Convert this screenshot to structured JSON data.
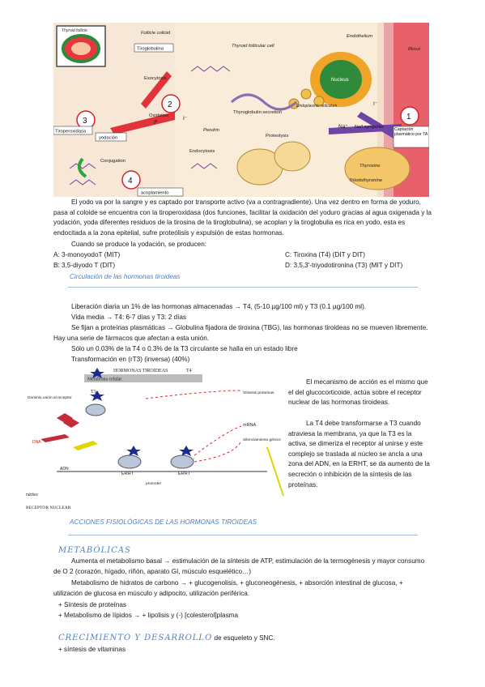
{
  "figure1": {
    "labels": {
      "tiroglobulina": "Tiroglobulina",
      "follicle_colloid": "Follicle colloid",
      "thyroid_follicle": "Thyroid follicle",
      "thyroid_follicular_cell": "Thyroid follicular cell",
      "endothelium": "Endothelium",
      "blood": "Blood",
      "nucleus": "Nucleus",
      "exocytosis": "Exocytosis",
      "er": "Endoplasmic reticulum",
      "tg_secretion": "Thyroglobulin secretion",
      "oxidation": "Oxidation",
      "pendrin": "Pendrin",
      "tiroperoxidasa": "Tiroperoxidasa",
      "yodacion": "yodación",
      "iodide": "I⁻",
      "i2": "I⁰",
      "na": "Na⁺",
      "symporter": "Na/I symporter",
      "captacion": "Captación plasmático por TA",
      "proteolysis": "Proteolysis",
      "endocytosis": "Endocytosis",
      "conjugation": "Conjugation",
      "thyroxine": "Thyroxine",
      "triiodothyronine": "Triiodothyronine",
      "acoplamiento": "acoplamiento",
      "n1": "1",
      "n2": "2",
      "n3": "3",
      "n4": "4"
    }
  },
  "text": {
    "intro": "El yodo va por la sangre y es captado por transporte activo (va a contragradiente). Una vez dentro en forma de yoduro, pasa al coloide se encuentra con la tiroperoxidasa (dos funciones, facilitar la oxidación del yoduro gracias al agua oxigenada y la yodación, yoda diferentes residuos de la tirosina de la tiroglobulina), se acoplan y la tiroglobulia es rica en yodo, esta es endocitada a la zona epitelial, sufre proteólisis y expulsión de estas hormonas.",
    "cuando": "Cuando se produce la yodación, se producen:",
    "a": "A: 3-monoyodoT (MIT)",
    "b": "B: 3,5-diyodo T (DIT)",
    "c": "C: Tiroxina (T4) (DIT y DIT)",
    "d": "D: 3,5,3'-triyodotironina (T3) (MIT y DIT)",
    "circ_heading": "Circulación de las hormonas tiroideas",
    "liberacion": "Liberación diaria un 1% de las hormonas almacenadas → T4, (5-10 µg/100 ml) y T3 (0.1 µg/100 ml).",
    "vida": "Vida media → T4: 6-7 días y T3: 2 días",
    "fijan": "Se fijan a proteínas plasmáticas → Globulina fijadora de tiroxina (TBG), las hormonas tiroideas no se mueven libremente. Hay una serie de fármacos que afectan a esta unión.",
    "solo": "Sólo un 0.03% de la T4 o 0.3% de la T3 circulante se halla en un estado libre",
    "transf": "Transformación en (rT3) (inversa) (40%)",
    "mecanismo1": "El mecanismo de acción es el mismo que el del glucocorticoide, actúa sobre el receptor nuclear de las hormonas tiroideas.",
    "mecanismo2": "La T4 debe transformarse a T3 cuando atraviesa la membrana, ya que la T3 es la activa, se dimeriza el receptor al unirse y este complejo se traslada al núcleo se ancla a una zona del ADN, en la ERHT, se da aumento de la secreción o inhibición de la síntesis de las proteínas.",
    "acciones_heading": "ACCIONES FISIOLÓGICAS DE LAS HORMONAS TIROIDEAS",
    "metabolicas_heading": "METABÓLICAS",
    "aumenta": "Aumenta el metabolismo basal → estimulación de la síntesis de ATP, estimulación de la termogénesis y mayor consumo de O 2 (corazón, hígado, riñón, aparato GI, músculo esquelético…)",
    "hidratos": "Metabolismo de hidratos de carbono → + glucogenolisis, + gluconeogénesis, + absorción intestinal de glucosa, + utilización de glucosa en músculo y adipocito, utilización periférica.",
    "sintesis_prot": "+ Síntesis de proteínas",
    "lipidos": "+ Metabolismo de lípidos → + lipolisis y (-) [colesterol]plasma",
    "crecimiento_heading": "CRECIMIENTO Y DESARROLLO",
    "crecimiento_tail": " de esqueleto y SNC.",
    "vitaminas": "+ síntesis de vitaminas"
  },
  "figure2": {
    "labels": {
      "hormonas": "HORMONAS TIROIDEAS",
      "t4": "T4",
      "membrana": "Membrana celular",
      "t3": "T3",
      "dominio": "Dominio unión al receptor",
      "sintesis": "Síntesis proteínas",
      "mrna": "mRNA",
      "dna": "DNA",
      "silenciamiento": "Silenciamiento génico",
      "adn": "ADN",
      "erht1": "ERHT",
      "erht2": "ERHT",
      "promoter": "promoter",
      "nucleo": "núcleo",
      "receptor": "RECEPTOR NUCLEAR"
    }
  }
}
